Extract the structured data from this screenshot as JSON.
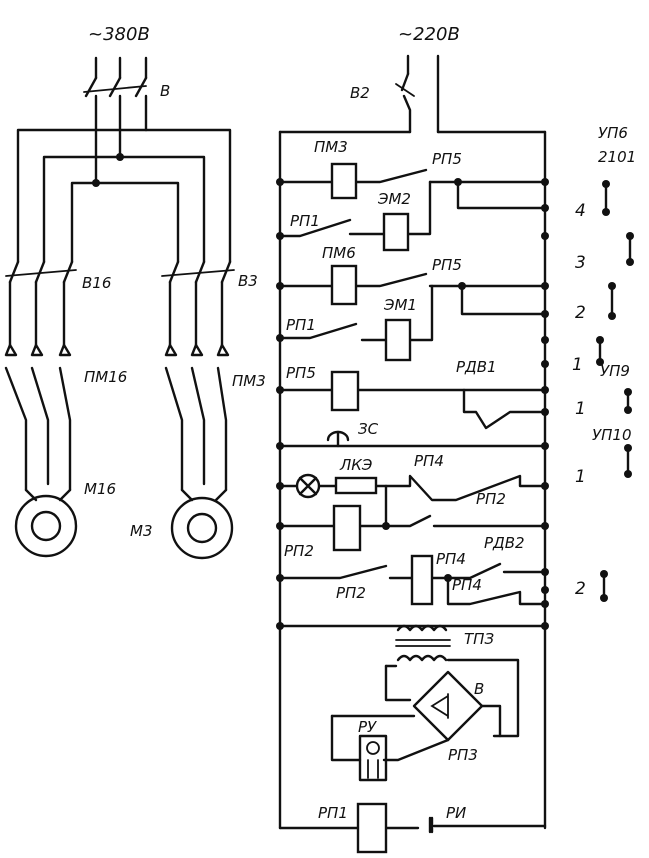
{
  "supply": {
    "left": "~380В",
    "right": "~220В"
  },
  "switches": {
    "main": "В",
    "control": "В2",
    "m16_breaker": "В16",
    "m3_breaker": "В3"
  },
  "contactors": {
    "m16": "ПМ16",
    "m3": "ПМ3"
  },
  "motors": {
    "m16": "М16",
    "m3": "М3"
  },
  "coils": {
    "pm3": "ПМ3",
    "pm6": "ПМ6",
    "rp5": "РП5",
    "rp2": "РП2",
    "rp4": "РП4",
    "rp1": "РП1"
  },
  "contacts": {
    "rp1_a": "РП1",
    "rp5_a": "РП5",
    "em2": "ЭМ2",
    "rp1_b": "РП1",
    "rp5_b": "РП5",
    "em1": "ЭМ1",
    "rdv1": "РДВ1",
    "rp4_a": "РП4",
    "rp2_a": "РП2",
    "rp4_b": "РП4",
    "rdv2": "РДВ2",
    "rp2_b": "РП2",
    "rp4_c": "РП4"
  },
  "devices": {
    "bell": "ЗС",
    "lamp": "ЛКЭ",
    "transformer": "ТПЗ",
    "rectifier": "В",
    "control_relay": "РУ",
    "rp3": "РП3",
    "ri": "РИ"
  },
  "terminals": [
    "4",
    "3",
    "2",
    "1",
    "1",
    "1",
    "2"
  ],
  "panels": {
    "up6": "УП6",
    "code": "2101",
    "up9": "УП9",
    "up10": "УП10"
  }
}
